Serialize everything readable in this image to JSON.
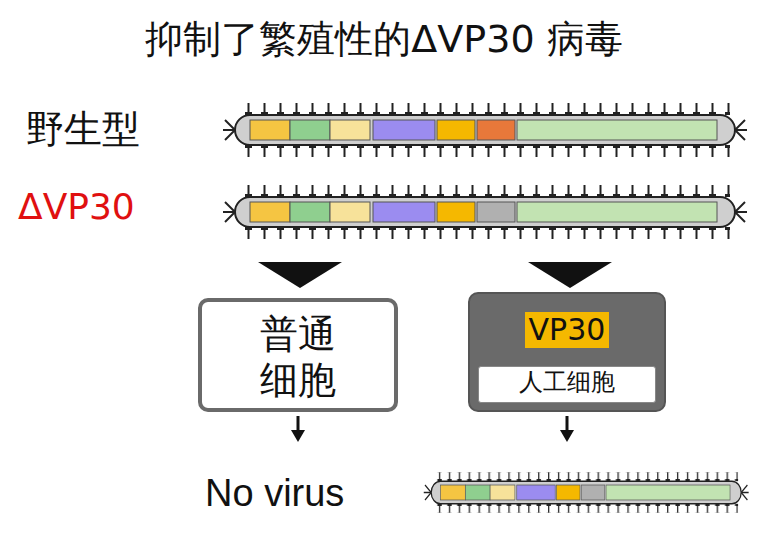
{
  "diagram": {
    "title": "抑制了繁殖性的ΔVP30 病毒",
    "nodes": [
      {
        "text": [
          "普通 细胞"
        ]
      },
      {
        "text": [
          "VP30"
        ]
      },
      {
        "text": [
          "人工细胞"
        ],
        "in": 1
      }
    ],
    "labels": [
      "野生型",
      "ΔVP30",
      "No virus"
    ]
  }
}
